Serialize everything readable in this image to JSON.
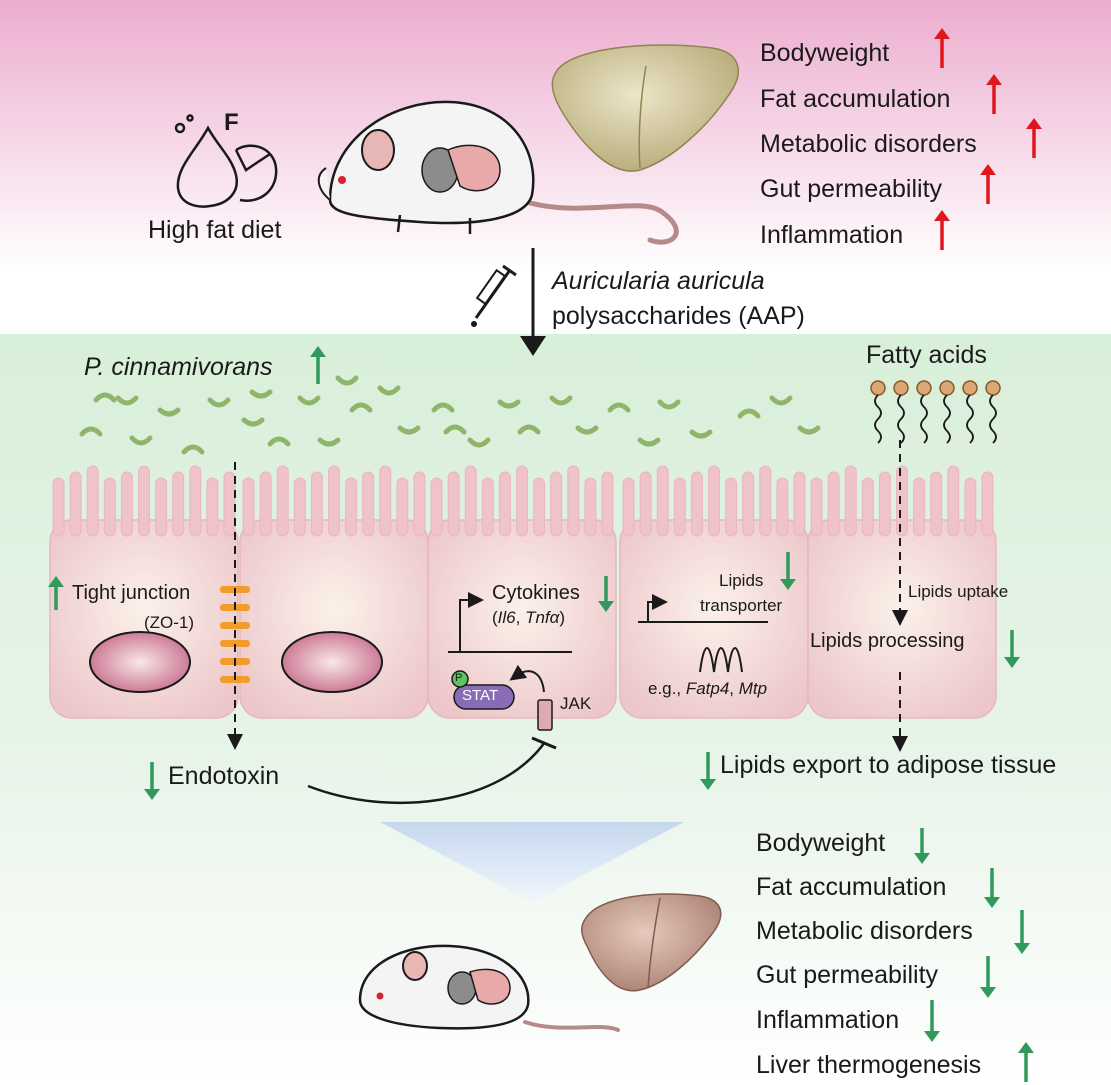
{
  "diet": {
    "label": "High fat diet",
    "icon": "high-fat-diet-icon",
    "letter": "F"
  },
  "treatment": {
    "name_line1": "Auricularia auricula",
    "name_line2": "polysaccharides (AAP)",
    "icon": "syringe-icon"
  },
  "hfd_effects": [
    {
      "label": "Bodyweight",
      "direction": "up"
    },
    {
      "label": "Fat accumulation",
      "direction": "up"
    },
    {
      "label": "Metabolic disorders",
      "direction": "up"
    },
    {
      "label": "Gut permeability",
      "direction": "up"
    },
    {
      "label": "Inflammation",
      "direction": "up"
    }
  ],
  "gut": {
    "bacteria": "P. cinnamivorans",
    "fatty_acids": "Fatty acids",
    "tight_junction": "Tight junction",
    "zo1": "(ZO-1)",
    "cytokines": "Cytokines",
    "cytokine_open": "(",
    "cytokine_gene1": "Il6",
    "cytokine_sep": ", ",
    "cytokine_gene2": "Tnfα",
    "cytokine_close": ")",
    "lipids_transporter_line1": "Lipids",
    "lipids_transporter_line2": "transporter",
    "eg_prefix": "e.g., ",
    "eg_gene1": "Fatp4",
    "eg_sep": ", ",
    "eg_gene2": "Mtp",
    "lipids_uptake": "Lipids uptake",
    "lipids_processing": "Lipids processing",
    "stat": "STAT",
    "p": "P",
    "jak": "JAK",
    "endotoxin": "Endotoxin",
    "lipids_export": "Lipids export to adipose tissue"
  },
  "aap_effects": [
    {
      "label": "Bodyweight",
      "direction": "down"
    },
    {
      "label": "Fat accumulation",
      "direction": "down"
    },
    {
      "label": "Metabolic disorders",
      "direction": "down"
    },
    {
      "label": "Gut permeability",
      "direction": "down"
    },
    {
      "label": "Inflammation",
      "direction": "down"
    },
    {
      "label": "Liver thermogenesis",
      "direction": "up"
    }
  ],
  "colors": {
    "up_red": "#e0161d",
    "green": "#2f9a5c",
    "membrane": "#f2b3a4",
    "tj": "#f29d2b",
    "bacteria": "#8fb56b",
    "stat": "#8a6bb5"
  }
}
